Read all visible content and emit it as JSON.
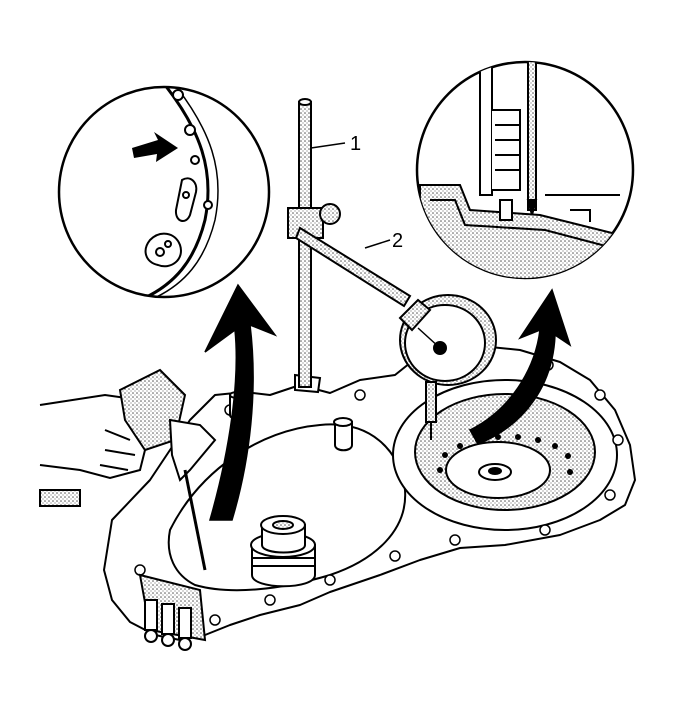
{
  "figure": {
    "callouts": [
      {
        "id": "1",
        "label": "1"
      },
      {
        "id": "2",
        "label": "2"
      }
    ],
    "colors": {
      "ink": "#000000",
      "paper": "#ffffff",
      "stipple": "#9a9a9a"
    },
    "icons": [
      "arrow-icon"
    ]
  }
}
